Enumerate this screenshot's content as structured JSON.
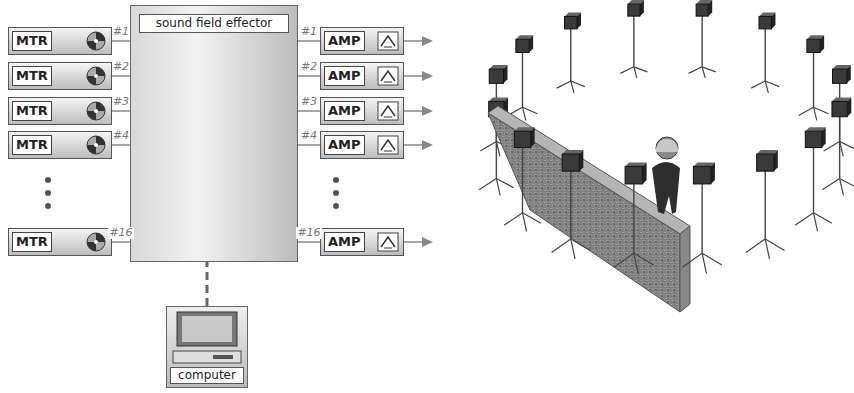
{
  "diagram": {
    "nodes": [
      {
        "text": [
          "MTR"
        ]
      },
      {
        "text": [
          "MTR"
        ]
      },
      {
        "text": [
          "MTR"
        ]
      },
      {
        "text": [
          "MTR"
        ]
      },
      {
        "text": [
          "MTR"
        ]
      },
      {
        "text": [
          "sound field effector"
        ]
      },
      {
        "text": [
          "AMP"
        ]
      },
      {
        "text": [
          "AMP"
        ]
      },
      {
        "text": [
          "AMP"
        ]
      },
      {
        "text": [
          "AMP"
        ]
      },
      {
        "text": [
          "AMP"
        ]
      },
      {
        "text": [
          "computer"
        ]
      }
    ],
    "edges": [
      {
        "from": 0,
        "to": 5,
        "label": "#1",
        "arrow": "none"
      },
      {
        "from": 1,
        "to": 5,
        "label": "#2",
        "arrow": "none"
      },
      {
        "from": 2,
        "to": 5,
        "label": "#3",
        "arrow": "none"
      },
      {
        "from": 3,
        "to": 5,
        "label": "#4",
        "arrow": "none"
      },
      {
        "from": 4,
        "to": 5,
        "label": "#16",
        "arrow": "none"
      },
      {
        "from": 5,
        "to": 6,
        "label": "#1",
        "arrow": "none"
      },
      {
        "from": 5,
        "to": 7,
        "label": "#2",
        "arrow": "none"
      },
      {
        "from": 5,
        "to": 8,
        "label": "#3",
        "arrow": "none"
      },
      {
        "from": 5,
        "to": 9,
        "label": "#4",
        "arrow": "none"
      },
      {
        "from": 5,
        "to": 10,
        "label": "#16",
        "arrow": "none"
      },
      {
        "from": 11,
        "to": 5,
        "arrow": "none"
      }
    ]
  }
}
